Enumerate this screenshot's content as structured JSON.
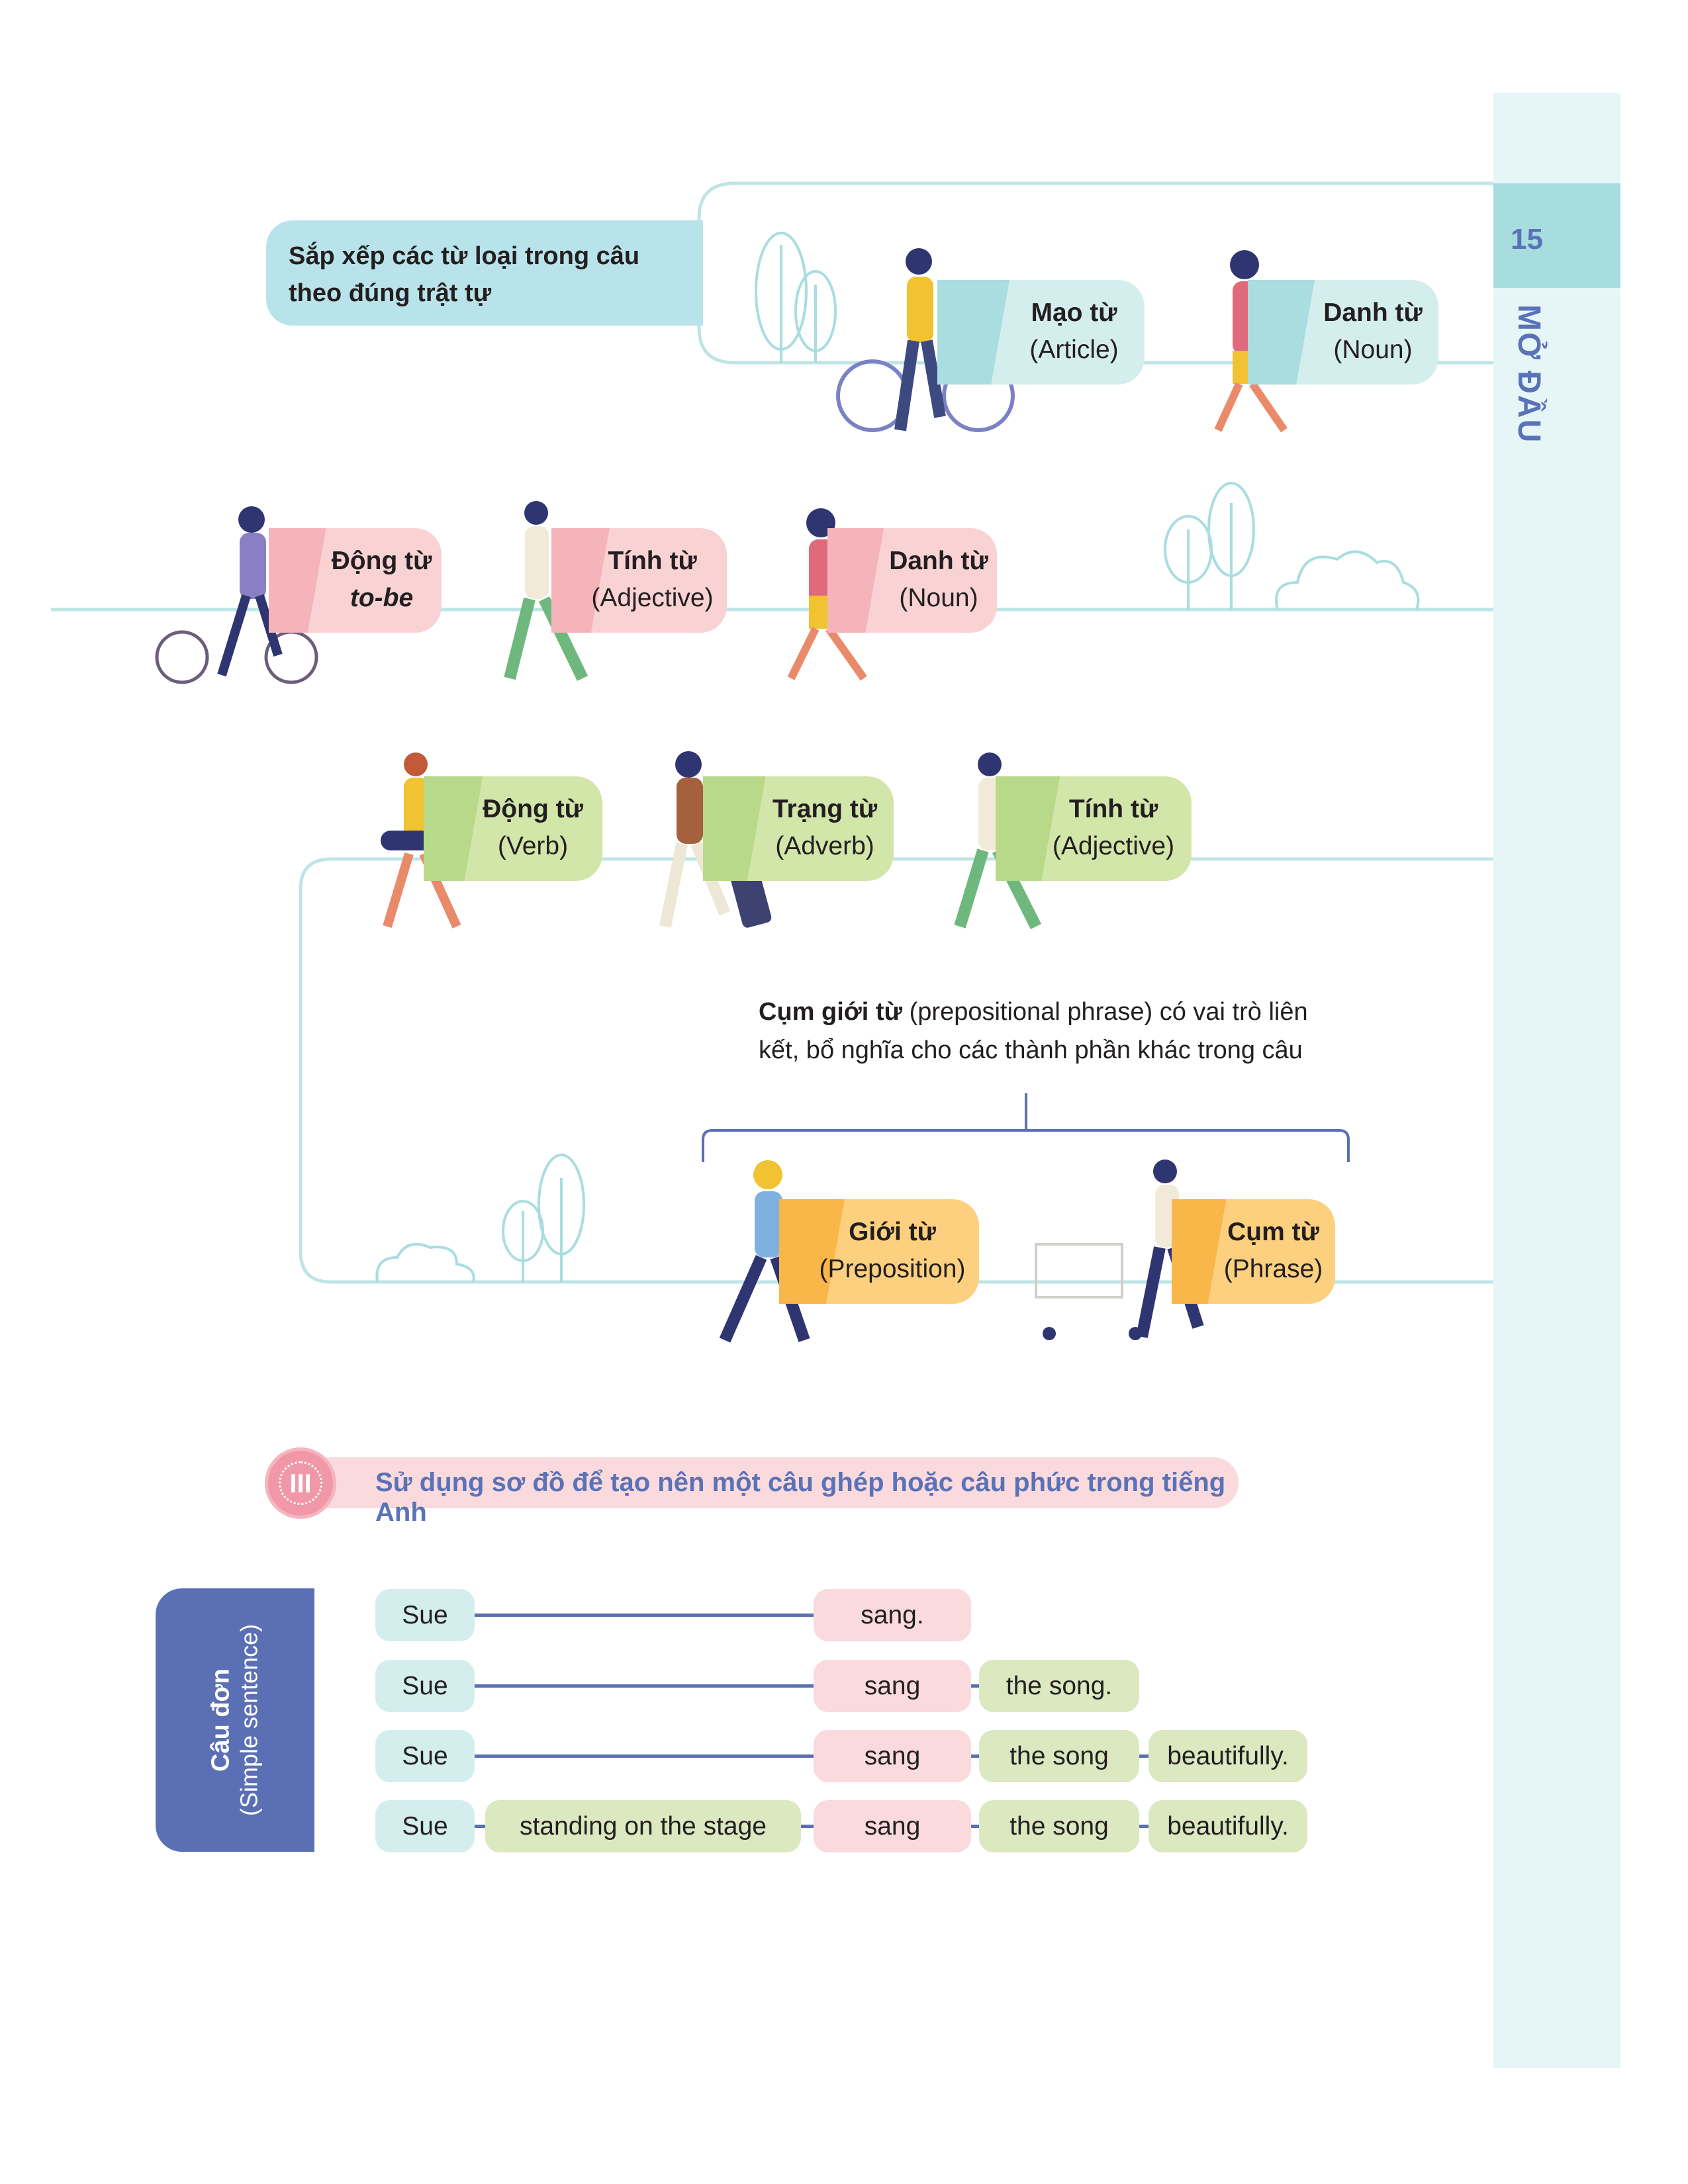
{
  "page": {
    "number": "15",
    "chapter": "MỞ ĐẦU"
  },
  "title": {
    "line1": "Sắp xếp các từ loại trong câu",
    "line2": "theo đúng trật tự"
  },
  "row1": [
    {
      "name": "Mạo từ",
      "en": "(Article)"
    },
    {
      "name": "Danh từ",
      "en": "(Noun)"
    }
  ],
  "row2": [
    {
      "name": "Động từ",
      "en": "to-be"
    },
    {
      "name": "Tính từ",
      "en": "(Adjective)"
    },
    {
      "name": "Danh từ",
      "en": "(Noun)"
    }
  ],
  "row3": [
    {
      "name": "Động từ",
      "en": "(Verb)"
    },
    {
      "name": "Trạng từ",
      "en": "(Adverb)"
    },
    {
      "name": "Tính từ",
      "en": "(Adjective)"
    }
  ],
  "prep_note": {
    "bold": "Cụm giới từ",
    "rest1": " (prepositional phrase) có vai trò liên",
    "line2": "kết, bổ nghĩa cho các thành phần khác trong câu"
  },
  "row4": [
    {
      "name": "Giới từ",
      "en": "(Preposition)"
    },
    {
      "name": "Cụm từ",
      "en": "(Phrase)"
    }
  ],
  "section": {
    "numeral": "III",
    "title": "Sử dụng sơ đồ để tạo nên một câu ghép hoặc câu phức trong tiếng Anh"
  },
  "simple": {
    "label": "Câu đơn",
    "label_en": "(Simple sentence)",
    "rows": [
      {
        "subject": "Sue",
        "verb": "sang."
      },
      {
        "subject": "Sue",
        "verb": "sang",
        "object": "the song."
      },
      {
        "subject": "Sue",
        "verb": "sang",
        "object": "the song",
        "adverb": "beautifully."
      },
      {
        "subject": "Sue",
        "modifier": "standing on the stage",
        "verb": "sang",
        "object": "the song",
        "adverb": "beautifully."
      }
    ]
  },
  "colors": {
    "accent": "#5a72b8",
    "teal": "#a9dde0",
    "pink": "#f5b4b9",
    "green": "#b8d98a",
    "orange": "#f9b649"
  }
}
